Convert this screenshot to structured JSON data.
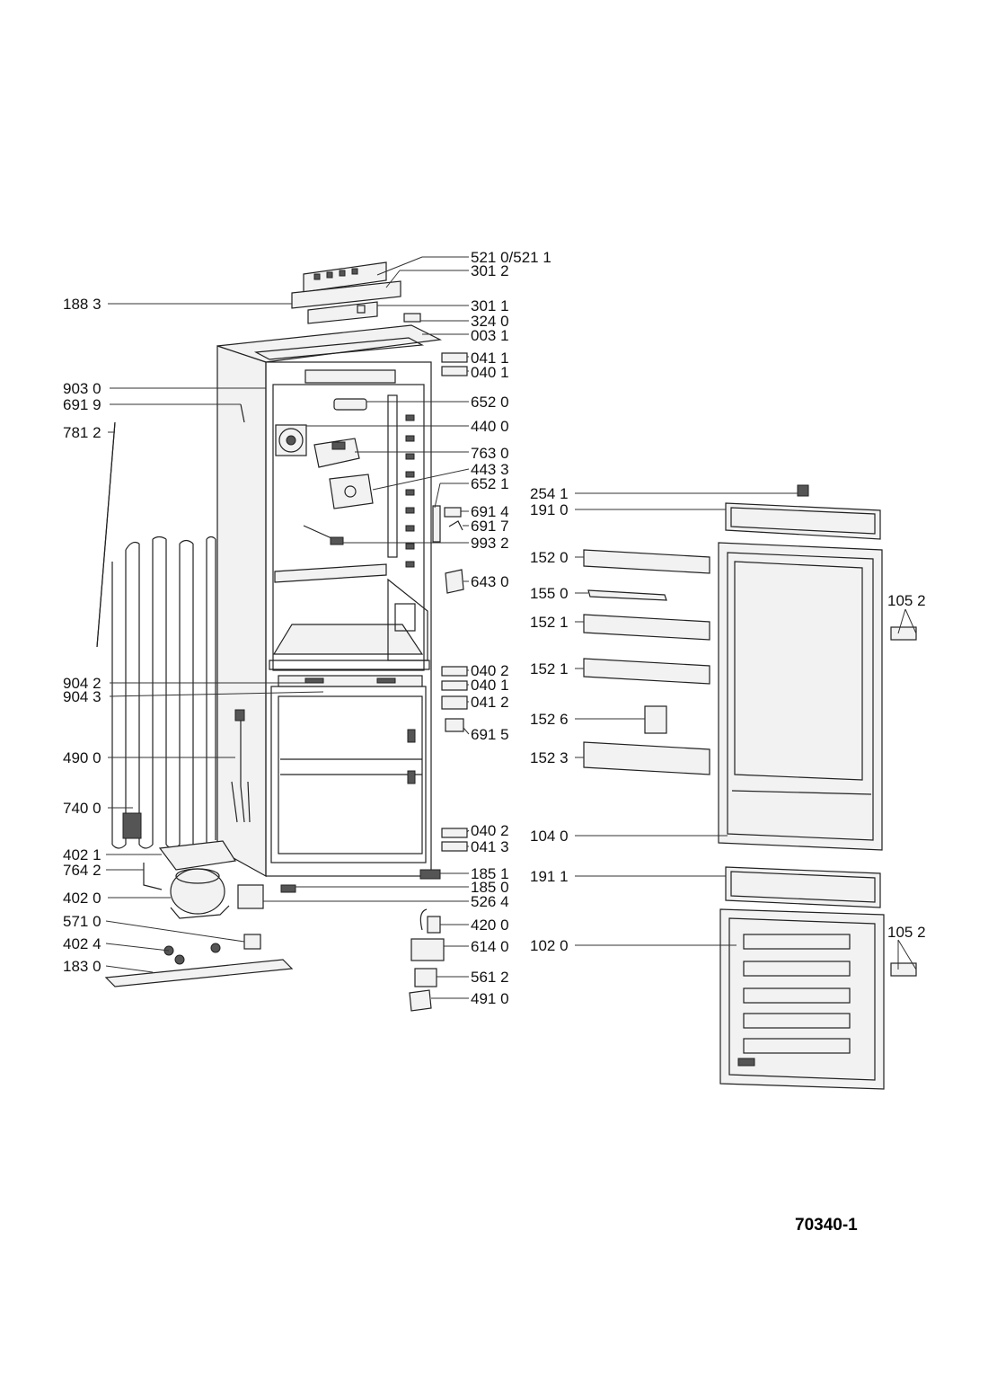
{
  "drawing_code": "70340-1",
  "labels": {
    "l5210": "521 0/521 1",
    "l3012": "301 2",
    "l1883": "188 3",
    "l3011": "301 1",
    "l3240": "324 0",
    "l0031": "003 1",
    "l0411a": "041 1",
    "l0401a": "040 1",
    "l9030": "903 0",
    "l6919": "691 9",
    "l6520": "652 0",
    "l7812": "781 2",
    "l4400": "440 0",
    "l7630": "763 0",
    "l4433": "443 3",
    "l6521": "652 1",
    "l6914": "691 4",
    "l6917": "691 7",
    "l9932": "993 2",
    "l6430": "643 0",
    "l0402a": "040 2",
    "l0401b": "040 1",
    "l9042": "904 2",
    "l9043": "904 3",
    "l0412": "041 2",
    "l6915": "691 5",
    "l4900": "490 0",
    "l7400": "740 0",
    "l0402b": "040 2",
    "l0413": "041 3",
    "l4021": "402 1",
    "l7642": "764 2",
    "l1851": "185 1",
    "l1850": "185 0",
    "l4020": "402 0",
    "l5264": "526 4",
    "l5710": "571 0",
    "l4200": "420 0",
    "l4024": "402 4",
    "l6140": "614 0",
    "l1830": "183 0",
    "l5612": "561 2",
    "l4910": "491 0",
    "l2541": "254 1",
    "l1910": "191 0",
    "l1520": "152 0",
    "l1550": "155 0",
    "l1052a": "105 2",
    "l1521a": "152 1",
    "l1521b": "152 1",
    "l1526": "152 6",
    "l1523": "152 3",
    "l1040": "104 0",
    "l1911": "191 1",
    "l1052b": "105 2",
    "l1020": "102 0"
  }
}
